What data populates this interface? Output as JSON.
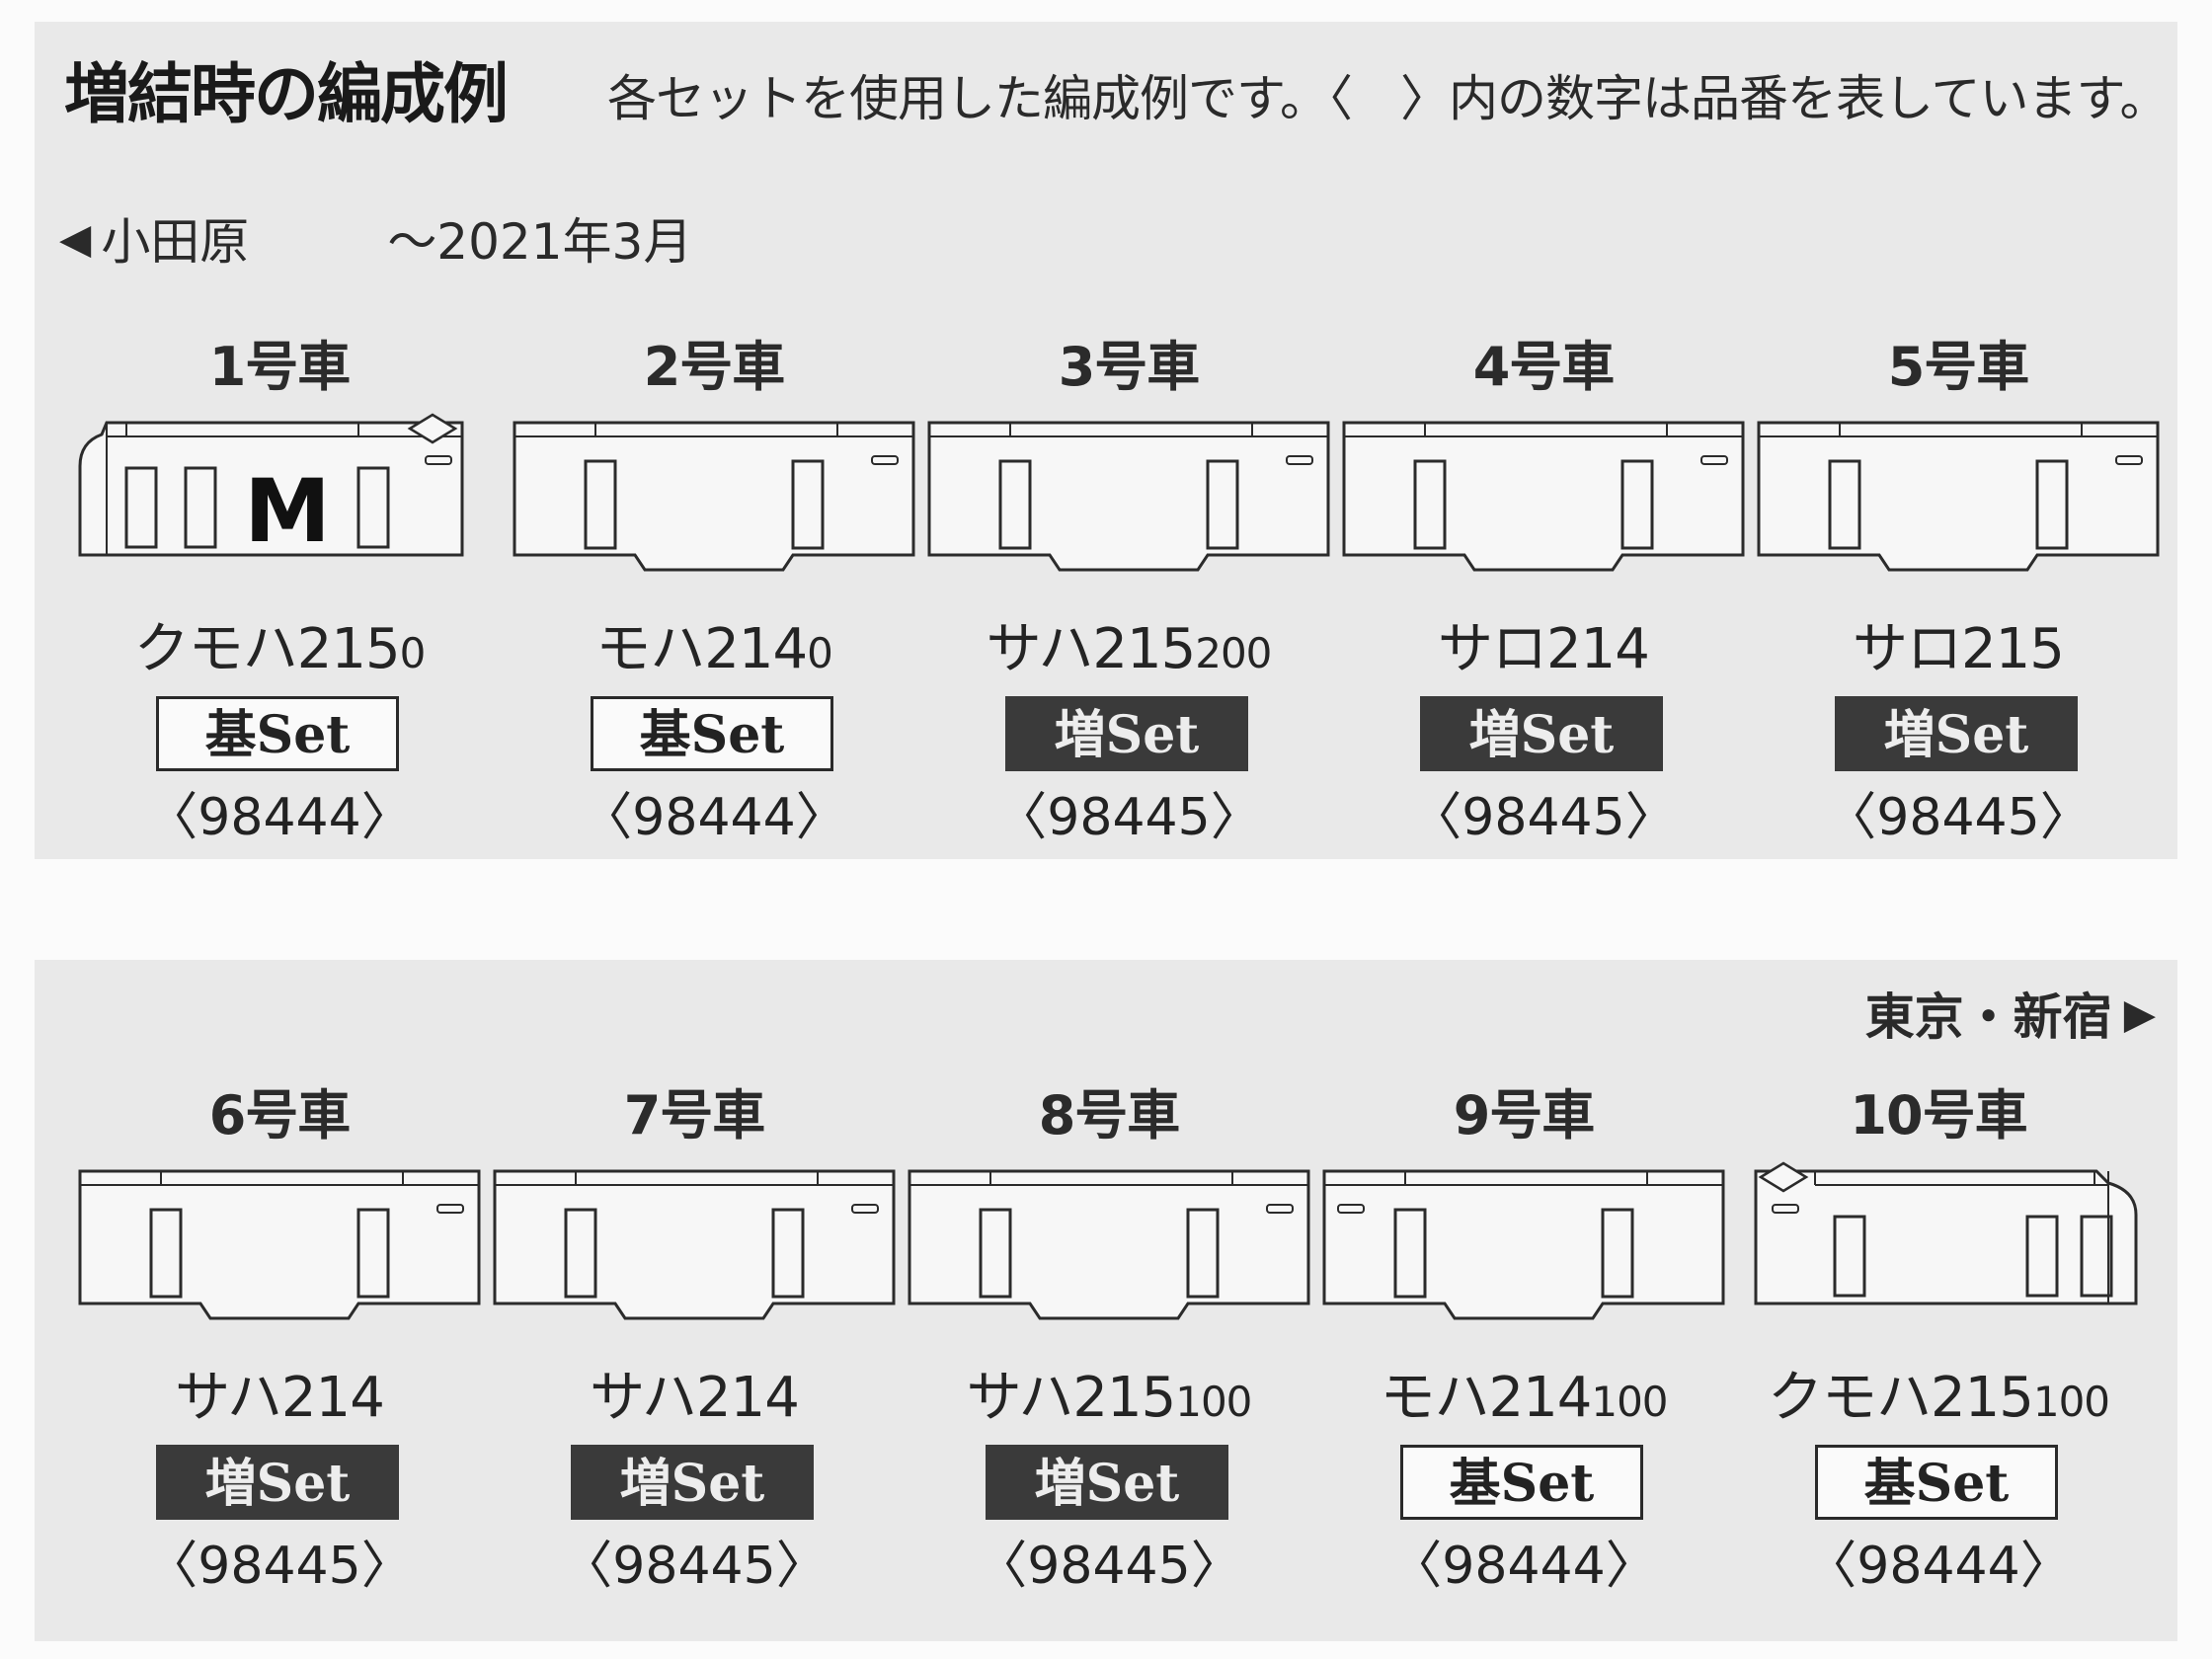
{
  "heading": {
    "title": "増結時の編成例",
    "note": "各セットを使用した編成例です。〈　〉内の数字は品番を表しています。"
  },
  "directions": {
    "top_arrow": "◀",
    "top_station": "小田原",
    "top_period": "～2021年3月",
    "bottom_station": "東京・新宿",
    "bottom_arrow": "▶"
  },
  "colors": {
    "panel_background": "#e9e9e9",
    "basic_set_fill": "#fafafa",
    "extension_set_fill": "#3a3a3a"
  },
  "cars_top": [
    {
      "number": "1号車",
      "type": "クモハ215",
      "type_sub": "0",
      "set": "基Set",
      "set_kind": "basic",
      "code": "〈98444〉",
      "shape": "cab-left",
      "motor_mark": "M"
    },
    {
      "number": "2号車",
      "type": "モハ214",
      "type_sub": "0",
      "set": "基Set",
      "set_kind": "basic",
      "code": "〈98444〉",
      "shape": "middle",
      "motor_mark": ""
    },
    {
      "number": "3号車",
      "type": "サハ215",
      "type_sub": "200",
      "set": "増Set",
      "set_kind": "extension",
      "code": "〈98445〉",
      "shape": "middle",
      "motor_mark": ""
    },
    {
      "number": "4号車",
      "type": "サロ214",
      "type_sub": "",
      "set": "増Set",
      "set_kind": "extension",
      "code": "〈98445〉",
      "shape": "middle",
      "motor_mark": ""
    },
    {
      "number": "5号車",
      "type": "サロ215",
      "type_sub": "",
      "set": "増Set",
      "set_kind": "extension",
      "code": "〈98445〉",
      "shape": "middle",
      "motor_mark": ""
    }
  ],
  "cars_bottom": [
    {
      "number": "6号車",
      "type": "サハ214",
      "type_sub": "",
      "set": "増Set",
      "set_kind": "extension",
      "code": "〈98445〉",
      "shape": "middle",
      "motor_mark": ""
    },
    {
      "number": "7号車",
      "type": "サハ214",
      "type_sub": "",
      "set": "増Set",
      "set_kind": "extension",
      "code": "〈98445〉",
      "shape": "middle",
      "motor_mark": ""
    },
    {
      "number": "8号車",
      "type": "サハ215",
      "type_sub": "100",
      "set": "増Set",
      "set_kind": "extension",
      "code": "〈98445〉",
      "shape": "middle",
      "motor_mark": ""
    },
    {
      "number": "9号車",
      "type": "モハ214",
      "type_sub": "100",
      "set": "基Set",
      "set_kind": "basic",
      "code": "〈98444〉",
      "shape": "middle-left-lamp",
      "motor_mark": ""
    },
    {
      "number": "10号車",
      "type": "クモハ215",
      "type_sub": "100",
      "set": "基Set",
      "set_kind": "basic",
      "code": "〈98444〉",
      "shape": "cab-right",
      "motor_mark": ""
    }
  ]
}
